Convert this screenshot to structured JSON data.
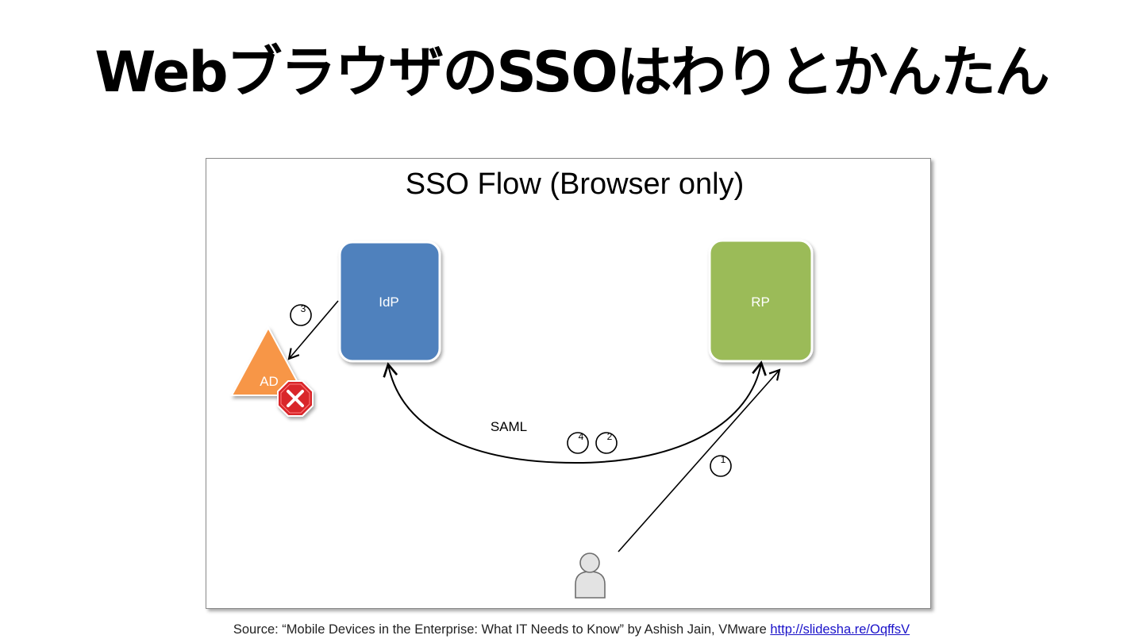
{
  "slide": {
    "title": "WebブラウザのSSOはわりとかんたん"
  },
  "diagram": {
    "title": "SSO Flow (Browser only)",
    "nodes": {
      "idp": "IdP",
      "rp": "RP",
      "ad": "AD"
    },
    "edge_label": "SAML",
    "steps": [
      "1",
      "2",
      "3",
      "4"
    ],
    "colors": {
      "idp_fill": "#4f81bd",
      "rp_fill": "#9bbb59",
      "ad_fill": "#f79646",
      "error_fill": "#d9262c"
    },
    "icons": {
      "error": "red-x-error-icon",
      "user": "person-icon"
    }
  },
  "footer": {
    "source_prefix": "Source: “Mobile Devices in the Enterprise: What IT Needs to Know” by Ashish Jain, VMware",
    "link_text": "http://slidesha.re/OqffsV"
  }
}
